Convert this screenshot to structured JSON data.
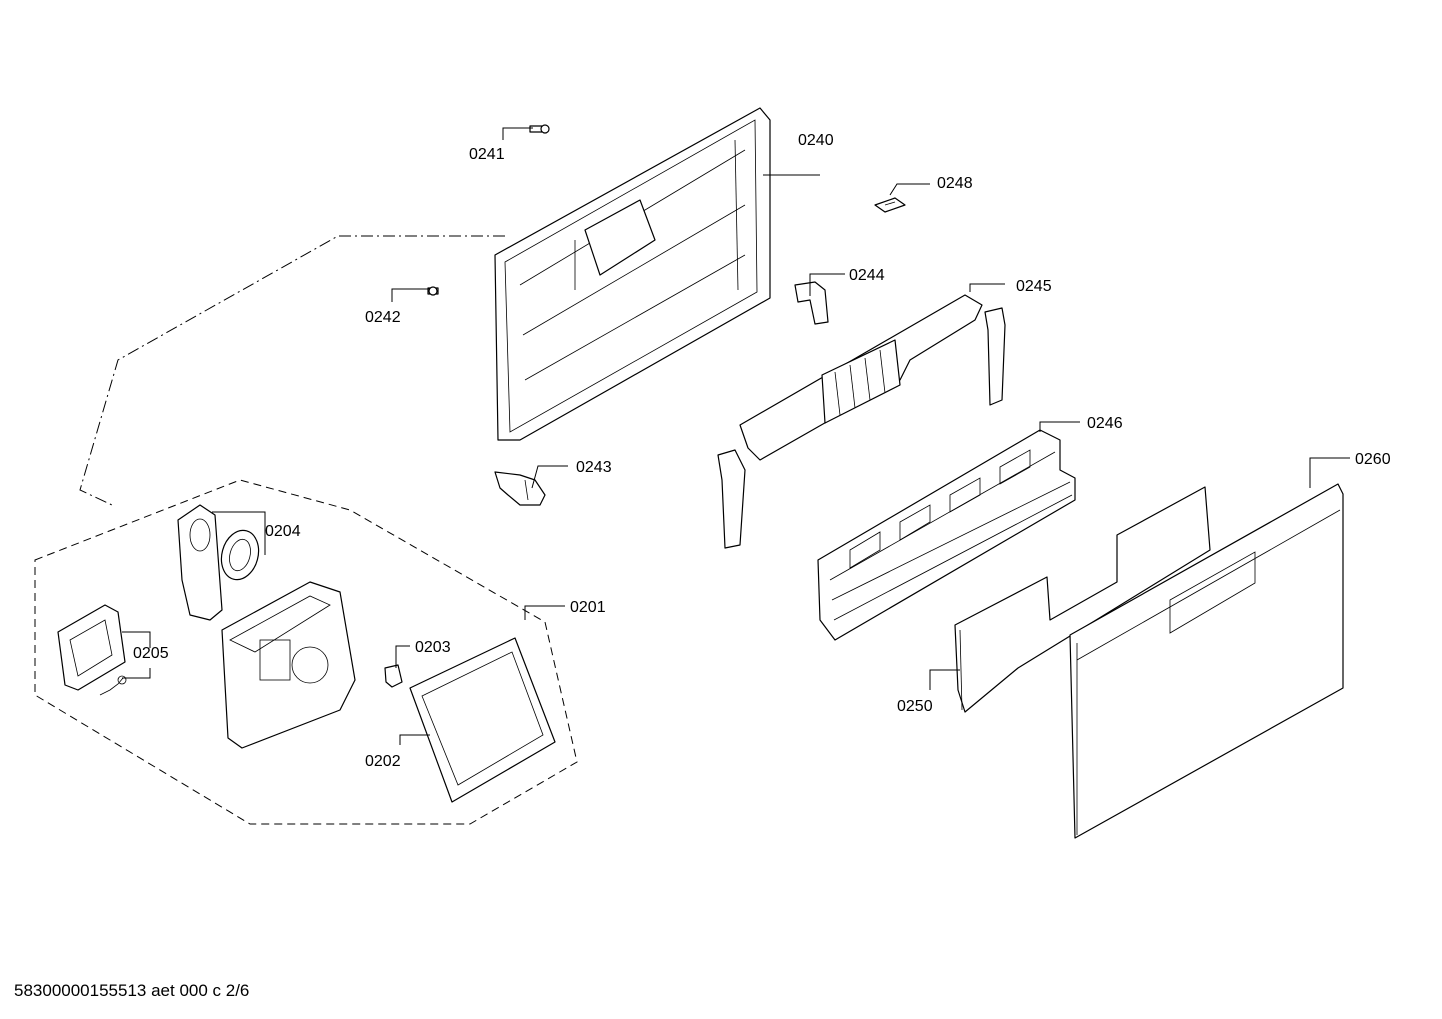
{
  "diagram": {
    "labels": {
      "p0240": "0240",
      "p0241": "0241",
      "p0242": "0242",
      "p0243": "0243",
      "p0244": "0244",
      "p0245": "0245",
      "p0246": "0246",
      "p0248": "0248",
      "p0250": "0250",
      "p0260": "0260",
      "p0201": "0201",
      "p0202": "0202",
      "p0203": "0203",
      "p0204": "0204",
      "p0205": "0205"
    }
  },
  "footer": {
    "code": "58300000155513 aet 000 c 2/6"
  }
}
